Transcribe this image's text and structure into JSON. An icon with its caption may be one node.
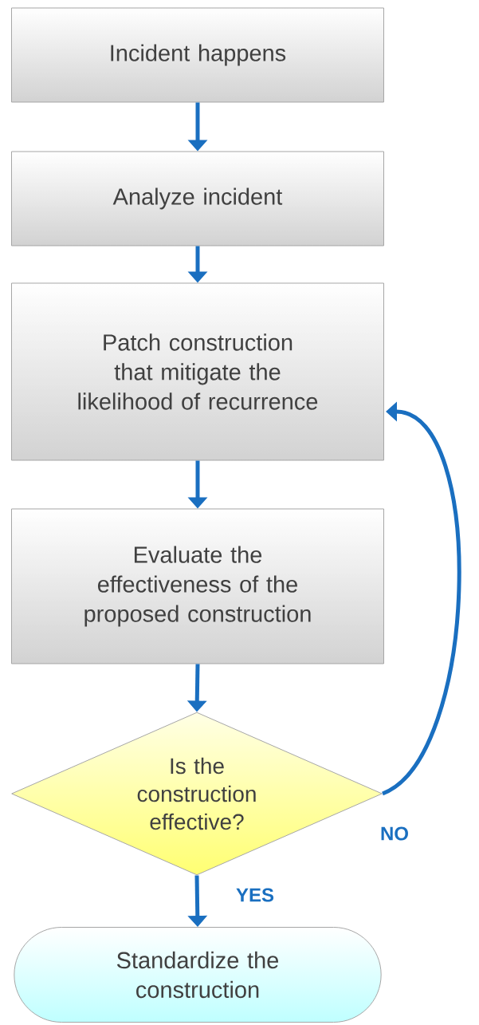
{
  "diagram": {
    "nodes": [
      {
        "text": [
          "Incident happens"
        ]
      },
      {
        "text": [
          "Analyze incident"
        ]
      },
      {
        "text": [
          "Patch construction that mitigate the likelihood of recurrence"
        ]
      },
      {
        "text": [
          "Evaluate the effectiveness of the proposed construction"
        ]
      },
      {
        "text": [
          "Is the construction effective?"
        ]
      },
      {
        "text": [
          "Standardize the construction"
        ]
      }
    ],
    "edges": [
      {
        "from": 0,
        "to": 1,
        "arrow": "to"
      },
      {
        "from": 1,
        "to": 2,
        "arrow": "to"
      },
      {
        "from": 2,
        "to": 3,
        "arrow": "to"
      },
      {
        "from": 3,
        "to": 4,
        "arrow": "to"
      },
      {
        "from": 4,
        "to": 5,
        "arrow": "to",
        "label": "YES"
      },
      {
        "from": 4,
        "to": 2,
        "arrow": "to",
        "label": "NO"
      }
    ]
  }
}
